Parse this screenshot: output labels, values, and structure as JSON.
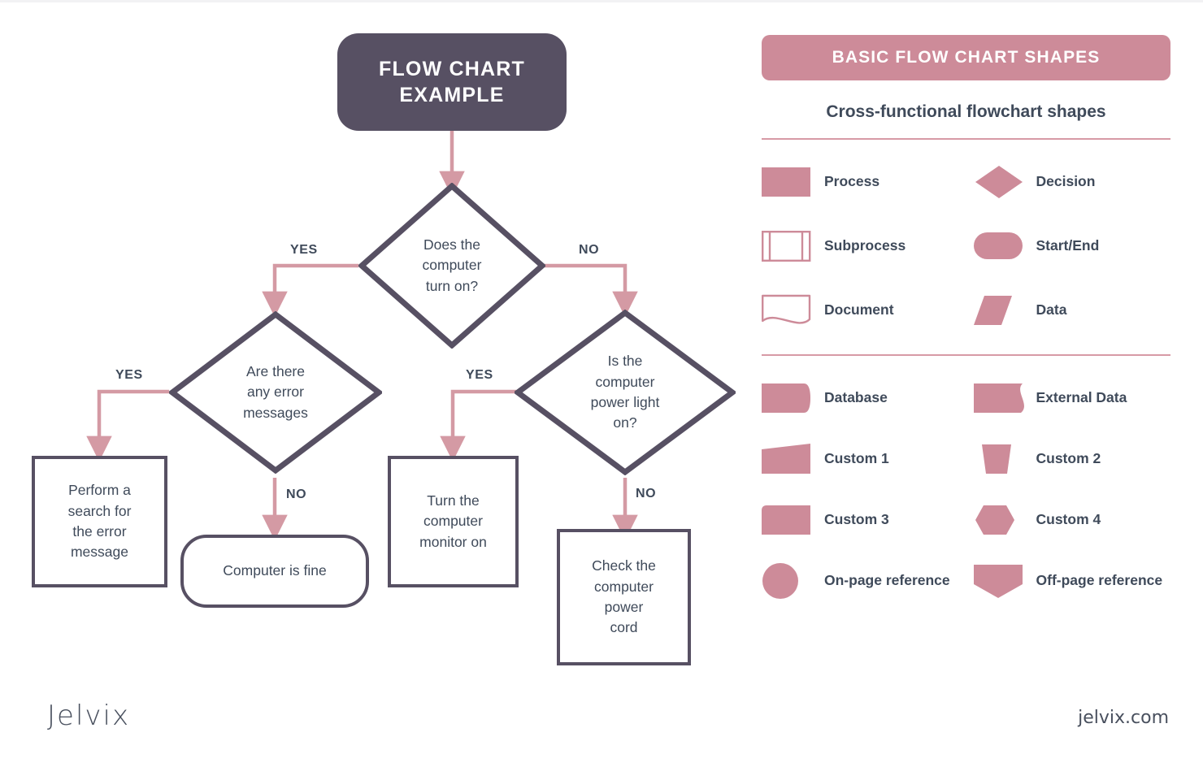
{
  "chart_data": {
    "type": "diagram",
    "title": "FLOW CHART EXAMPLE",
    "nodes": [
      {
        "id": "start",
        "shape": "start-end",
        "text": "FLOW CHART\nEXAMPLE"
      },
      {
        "id": "d1",
        "shape": "decision",
        "text": "Does the computer turn on?"
      },
      {
        "id": "d2",
        "shape": "decision",
        "text": "Are there any error messages"
      },
      {
        "id": "d3",
        "shape": "decision",
        "text": "Is the computer power light on?"
      },
      {
        "id": "p1",
        "shape": "process",
        "text": "Perform a search for the error message"
      },
      {
        "id": "p2",
        "shape": "start-end",
        "text": "Computer is fine"
      },
      {
        "id": "p3",
        "shape": "process",
        "text": "Turn the computer monitor on"
      },
      {
        "id": "p4",
        "shape": "process",
        "text": "Check the computer power cord"
      }
    ],
    "edges": [
      {
        "from": "start",
        "to": "d1",
        "label": ""
      },
      {
        "from": "d1",
        "to": "d2",
        "label": "YES"
      },
      {
        "from": "d1",
        "to": "d3",
        "label": "NO"
      },
      {
        "from": "d2",
        "to": "p1",
        "label": "YES"
      },
      {
        "from": "d2",
        "to": "p2",
        "label": "NO"
      },
      {
        "from": "d3",
        "to": "p3",
        "label": "YES"
      },
      {
        "from": "d3",
        "to": "p4",
        "label": "NO"
      }
    ]
  },
  "flow": {
    "start": {
      "line1": "FLOW CHART",
      "line2": "EXAMPLE"
    },
    "decision1": {
      "line1": "Does the",
      "line2": "computer",
      "line3": "turn on?"
    },
    "decision2": {
      "line1": "Are there",
      "line2": "any error",
      "line3": "messages"
    },
    "decision3": {
      "line1": "Is the",
      "line2": "computer",
      "line3": "power light",
      "line4": "on?"
    },
    "box1": {
      "line1": "Perform a",
      "line2": "search for",
      "line3": "the error",
      "line4": "message"
    },
    "box2": {
      "line1": "Computer is fine"
    },
    "box3": {
      "line1": "Turn the",
      "line2": "computer",
      "line3": "monitor on"
    },
    "box4": {
      "line1": "Check the",
      "line2": "computer",
      "line3": "power",
      "line4": "cord"
    },
    "labels": {
      "d1_yes": "YES",
      "d1_no": "NO",
      "d2_yes": "YES",
      "d2_no": "NO",
      "d3_yes": "YES",
      "d3_no": "NO"
    }
  },
  "legend": {
    "banner": "BASIC FLOW CHART SHAPES",
    "subtitle": "Cross-functional flowchart shapes",
    "group1": [
      {
        "label": "Process",
        "icon": "process-shape"
      },
      {
        "label": "Decision",
        "icon": "decision-shape"
      },
      {
        "label": "Subprocess",
        "icon": "subprocess-shape"
      },
      {
        "label": "Start/End",
        "icon": "start-end-shape"
      },
      {
        "label": "Document",
        "icon": "document-shape"
      },
      {
        "label": "Data",
        "icon": "data-shape"
      }
    ],
    "group2": [
      {
        "label": "Database",
        "icon": "database-shape"
      },
      {
        "label": "External Data",
        "icon": "external-data-shape"
      },
      {
        "label": "Custom 1",
        "icon": "custom1-shape"
      },
      {
        "label": "Custom 2",
        "icon": "custom2-shape"
      },
      {
        "label": "Custom 3",
        "icon": "custom3-shape"
      },
      {
        "label": "Custom 4",
        "icon": "custom4-shape"
      },
      {
        "label": "On-page reference",
        "icon": "on-page-reference-shape"
      },
      {
        "label": "Off-page reference",
        "icon": "off-page-reference-shape"
      }
    ]
  },
  "footer": {
    "logo": "Jelvix",
    "site": "jelvix.com"
  },
  "colors": {
    "dark": "#575063",
    "pink": "#cd8b99",
    "connector": "#d49aa4",
    "text": "#3f4a5a",
    "background": "#ffffff"
  }
}
